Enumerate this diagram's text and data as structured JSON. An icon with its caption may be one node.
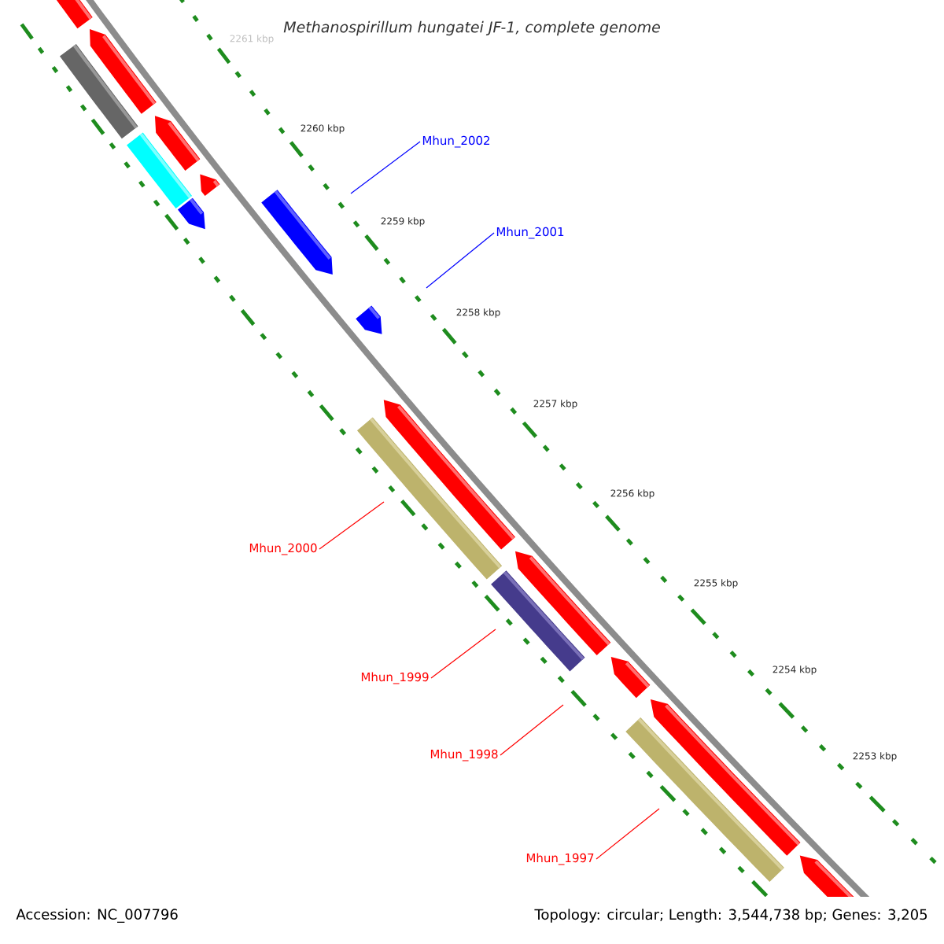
{
  "diagram": {
    "title": "Methanospirillum hungatei JF-1, complete genome",
    "nodes": [
      {
        "text": [
          "Mhun_2002"
        ]
      },
      {
        "text": [
          "Mhun_2001"
        ]
      },
      {
        "text": [
          "Mhun_2000"
        ]
      },
      {
        "text": [
          "Mhun_1999"
        ]
      },
      {
        "text": [
          "Mhun_1998"
        ]
      },
      {
        "text": [
          "Mhun_1997"
        ]
      }
    ],
    "edges": [
      {
        "from": 0,
        "to": null,
        "arrow": "none",
        "color": "#0000ff"
      },
      {
        "from": 1,
        "to": null,
        "arrow": "none",
        "color": "#0000ff"
      },
      {
        "from": 2,
        "to": null,
        "arrow": "none"
      },
      {
        "from": 3,
        "to": null,
        "arrow": "none"
      },
      {
        "from": 4,
        "to": null,
        "arrow": "none"
      },
      {
        "from": 5,
        "to": null,
        "arrow": "none"
      }
    ],
    "labels": [
      "2261 kbp",
      "2260 kbp",
      "2259 kbp",
      "2258 kbp",
      "2257 kbp",
      "2256 kbp",
      "2255 kbp",
      "2254 kbp",
      "2253 kbp",
      "Accession: NC_007796",
      "Topology: circular; Length: 3,544,738 bp; Genes: 3,205"
    ]
  }
}
